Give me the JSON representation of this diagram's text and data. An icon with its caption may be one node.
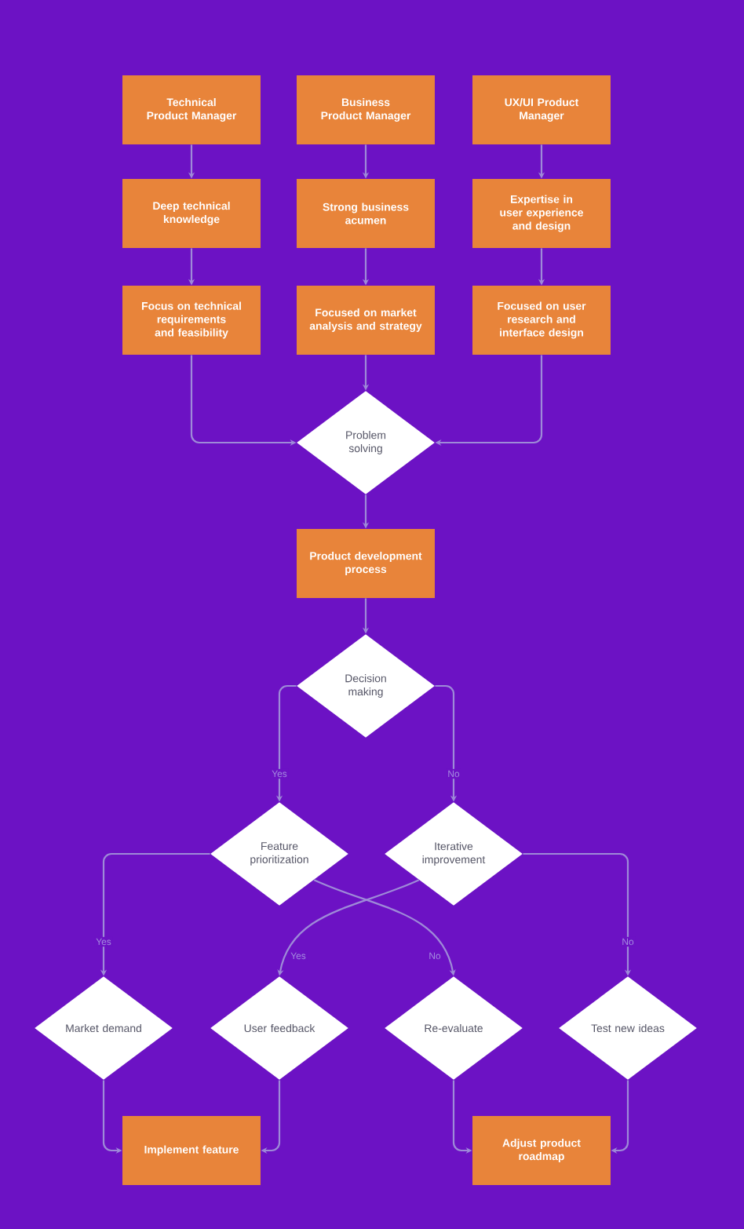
{
  "diagram": {
    "nodes": [
      {
        "text": [
          "Technical Product Manager"
        ]
      },
      {
        "text": [
          "Business Product Manager"
        ]
      },
      {
        "text": [
          "UX/UI Product Manager"
        ]
      },
      {
        "text": [
          "Deep technical knowledge"
        ]
      },
      {
        "text": [
          "Strong business acumen"
        ]
      },
      {
        "text": [
          "Expertise in user experience and design"
        ]
      },
      {
        "text": [
          "Focus on technical requirements and feasibility"
        ]
      },
      {
        "text": [
          "Focused on market analysis and strategy"
        ]
      },
      {
        "text": [
          "Focused on user research and interface design"
        ]
      },
      {
        "text": [
          "Problem solving"
        ]
      },
      {
        "text": [
          "Product development process"
        ]
      },
      {
        "text": [
          "Decision making"
        ]
      },
      {
        "text": [
          "Feature prioritization"
        ]
      },
      {
        "text": [
          "Iterative improvement"
        ]
      },
      {
        "text": [
          "Market demand"
        ]
      },
      {
        "text": [
          "User feedback"
        ]
      },
      {
        "text": [
          "Re-evaluate"
        ]
      },
      {
        "text": [
          "Test new ideas"
        ]
      },
      {
        "text": [
          "Implement feature"
        ]
      },
      {
        "text": [
          "Adjust product roadmap"
        ]
      }
    ],
    "edges": [
      {
        "from": 0,
        "to": 3,
        "arrow": "to"
      },
      {
        "from": 1,
        "to": 4,
        "arrow": "to"
      },
      {
        "from": 2,
        "to": 5,
        "arrow": "to"
      },
      {
        "from": 3,
        "to": 6,
        "arrow": "to"
      },
      {
        "from": 4,
        "to": 7,
        "arrow": "to"
      },
      {
        "from": 5,
        "to": 8,
        "arrow": "to"
      },
      {
        "from": 6,
        "to": 9,
        "arrow": "to"
      },
      {
        "from": 7,
        "to": 9,
        "arrow": "to"
      },
      {
        "from": 8,
        "to": 9,
        "arrow": "to"
      },
      {
        "from": 9,
        "to": 10,
        "arrow": "to"
      },
      {
        "from": 10,
        "to": 11,
        "arrow": "to"
      },
      {
        "from": 11,
        "to": 12,
        "arrow": "to",
        "label": "Yes"
      },
      {
        "from": 11,
        "to": 13,
        "arrow": "to",
        "label": "No"
      },
      {
        "from": 12,
        "to": 14,
        "arrow": "to",
        "label": "Yes"
      },
      {
        "from": 12,
        "to": 16,
        "arrow": "to",
        "label": "No"
      },
      {
        "from": 13,
        "to": 15,
        "arrow": "to",
        "label": "Yes"
      },
      {
        "from": 13,
        "to": 17,
        "arrow": "to",
        "label": "No"
      },
      {
        "from": 14,
        "to": 18,
        "arrow": "to"
      },
      {
        "from": 15,
        "to": 18,
        "arrow": "to"
      },
      {
        "from": 16,
        "to": 19,
        "arrow": "to"
      },
      {
        "from": 17,
        "to": 19,
        "arrow": "to"
      }
    ]
  }
}
